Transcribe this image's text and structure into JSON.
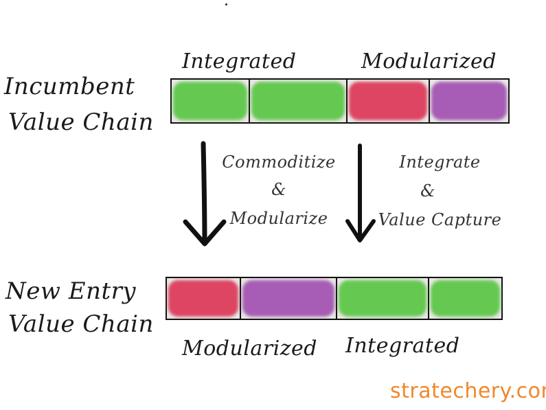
{
  "incumbent": {
    "label_line1": "Incumbent",
    "label_line2": "Value Chain",
    "top_left_label": "Integrated",
    "top_right_label": "Modularized",
    "segments": [
      {
        "name": "integrated-1",
        "color": "#5ec84a"
      },
      {
        "name": "integrated-2",
        "color": "#5ec84a"
      },
      {
        "name": "modularized-red",
        "color": "#dd3d5c"
      },
      {
        "name": "modularized-purple",
        "color": "#a456b4"
      }
    ]
  },
  "transition": {
    "left_line1": "Commoditize",
    "left_line2": "&",
    "left_line3": "Modularize",
    "right_line1": "Integrate",
    "right_line2": "&",
    "right_line3": "Value Capture"
  },
  "new_entry": {
    "label_line1": "New Entry",
    "label_line2": "Value Chain",
    "bottom_left_label": "Modularized",
    "bottom_right_label": "Integrated",
    "segments": [
      {
        "name": "modularized-red",
        "color": "#dd3d5c"
      },
      {
        "name": "modularized-purple",
        "color": "#a456b4"
      },
      {
        "name": "integrated-1",
        "color": "#5ec84a"
      },
      {
        "name": "integrated-2",
        "color": "#5ec84a"
      }
    ]
  },
  "brand": "stratechery.com"
}
